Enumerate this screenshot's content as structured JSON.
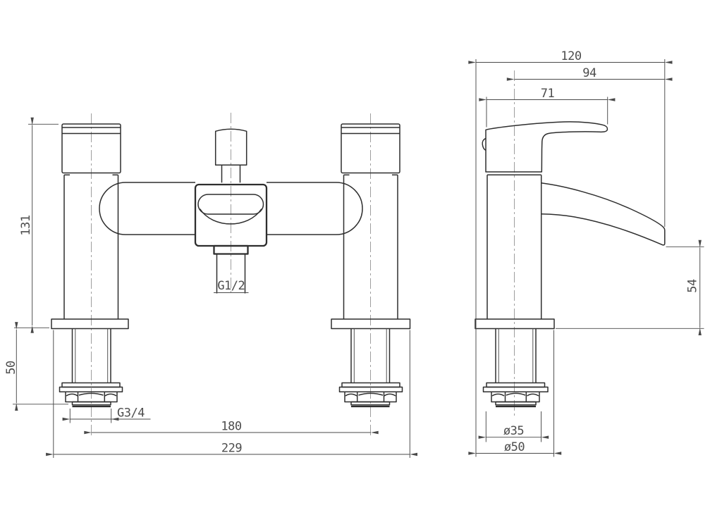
{
  "sheet": {
    "description": "Technical dimension drawing of a deck-mounted bath shower mixer tap, front elevation and side elevation"
  },
  "views": {
    "front": {
      "label": "front-elevation",
      "dims": {
        "body_height": "131",
        "deck_thickness": "50",
        "shank_thread": "G3/4",
        "tap_centres": "180",
        "overall_width": "229",
        "diverter_thread": "G1/2"
      }
    },
    "side": {
      "label": "side-elevation",
      "dims": {
        "overall_depth": "120",
        "spout_reach": "94",
        "handle_reach": "71",
        "spout_drop": "54",
        "shank_diameter": "ø35",
        "flange_diameter": "ø50"
      }
    }
  },
  "colors": {
    "object_line": "#2e2e2e",
    "dimension_line": "#494949",
    "centerline": "#9a9a9a",
    "text": "#4d4d4d",
    "background": "#ffffff"
  }
}
